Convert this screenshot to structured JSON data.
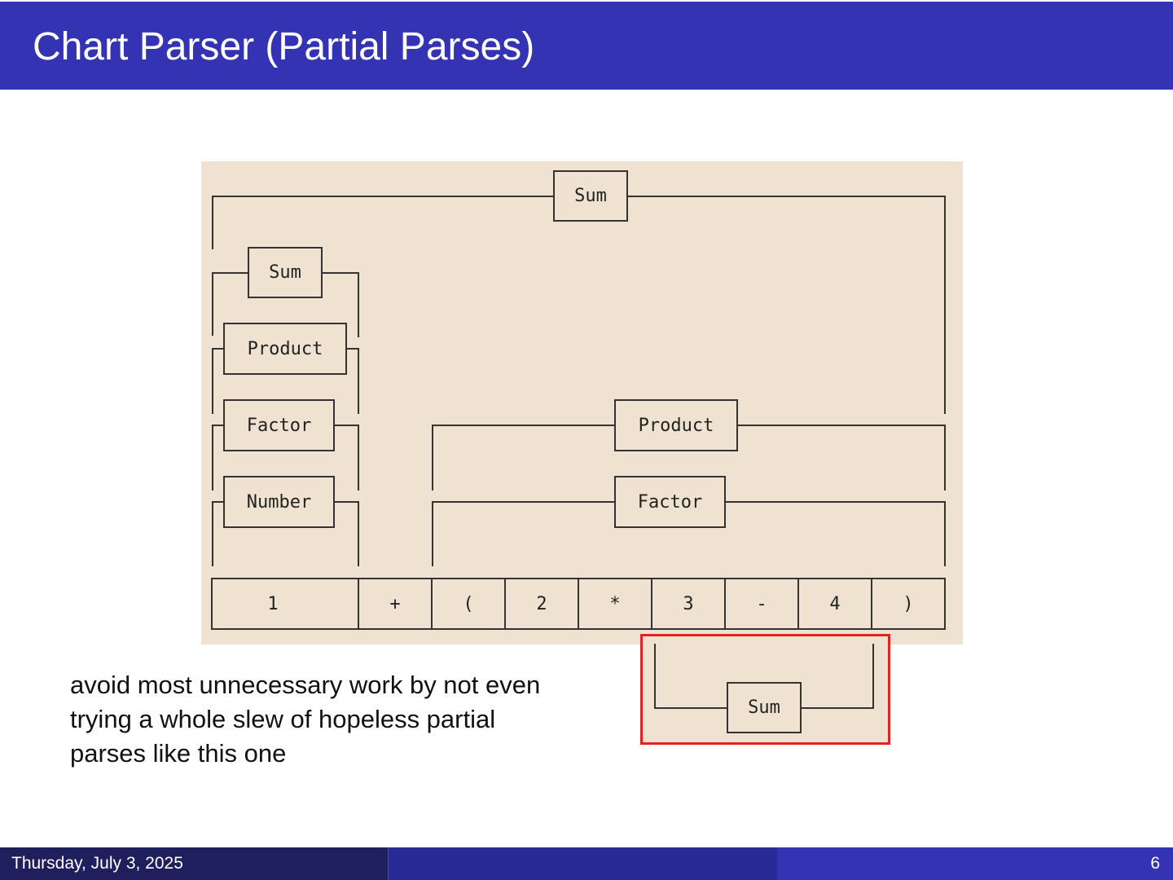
{
  "slide": {
    "title": "Chart Parser (Partial Parses)",
    "caption_lines": [
      "avoid most unnecessary work by not even",
      "trying a whole slew of hopeless partial",
      "parses like this one"
    ]
  },
  "diagram": {
    "nodes": {
      "sum_top": "Sum",
      "sum_left": "Sum",
      "product_left": "Product",
      "factor_left": "Factor",
      "number_left": "Number",
      "product_right": "Product",
      "factor_right": "Factor"
    },
    "tokens": [
      "1",
      "+",
      "(",
      "2",
      "*",
      "3",
      "-",
      "4",
      ")"
    ],
    "inset_node": "Sum"
  },
  "colors": {
    "title_bar": "#3333b3",
    "diagram_bg": "#efe2d0",
    "highlight_border": "#e32222"
  },
  "footer": {
    "date": "Thursday, July 3, 2025",
    "page": "6"
  }
}
